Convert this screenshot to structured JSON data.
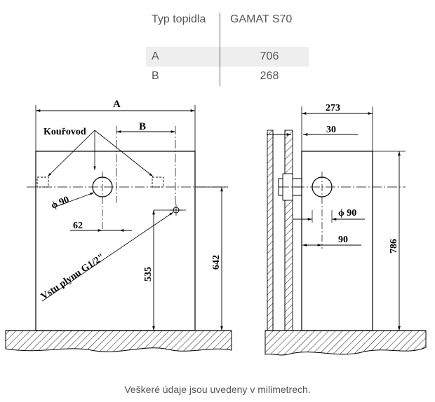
{
  "table": {
    "header": {
      "label": "Typ topidla",
      "model": "GAMAT S70"
    },
    "rows": [
      {
        "label": "A",
        "value": "706"
      },
      {
        "label": "B",
        "value": "268"
      }
    ]
  },
  "drawing": {
    "front": {
      "dim_A": "A",
      "dim_B": "B",
      "flue_label": "Kouřovod",
      "flue_diameter": "ϕ 90",
      "offset_62": "62",
      "gas_inlet_label": "Vstu plynu G1/2\"",
      "height_535": "535",
      "height_642": "642"
    },
    "side": {
      "depth_273": "273",
      "wall_30": "30",
      "flue_diameter": "ϕ 90",
      "offset_90": "90",
      "height_786": "786"
    }
  },
  "footnote": "Veškeré údaje jsou uvedeny v milimetrech."
}
